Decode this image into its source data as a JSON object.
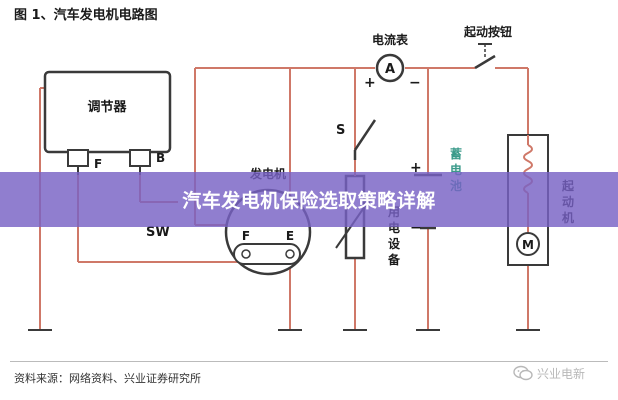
{
  "figure_title": "图 1、汽车发电机电路图",
  "banner_title": "汽车发电机保险选取策略详解",
  "source_note": "资料来源：网络资料、兴业证券研究所",
  "watermark": "兴业电新",
  "watermark_icon": "wechat-icon",
  "labels": {
    "regulator": "调节器",
    "reg_f": "F",
    "reg_b": "B",
    "sw": "SW",
    "generator": "发电机",
    "gen_f": "F",
    "gen_e": "E",
    "ammeter": "电流表",
    "ammeter_symbol": "A",
    "plus": "+",
    "minus": "−",
    "switch_s": "S",
    "start_button": "起动按钮",
    "battery_plus": "+",
    "battery_minus": "−",
    "battery": "蓄电池",
    "electrical_equipment": "用电设备",
    "starter": "起动机",
    "motor_symbol": "M"
  },
  "colors": {
    "wire": "#cf7868",
    "component": "#3a3a3a",
    "banner": "#7862c4"
  }
}
